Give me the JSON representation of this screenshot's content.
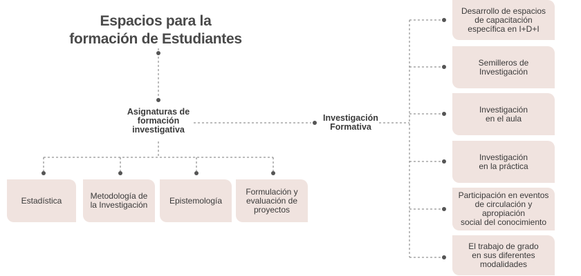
{
  "title": "Espacios para la\nformación de Estudiantes",
  "center_node": "Asignaturas de\nformación\ninvestigativa",
  "right_node": "Investigación\nFormativa",
  "bottom_boxes": [
    "Estadística",
    "Metodología de\nla Investigación",
    "Epistemología",
    "Formulación y\nevaluación de\nproyectos"
  ],
  "right_boxes": [
    "Desarrollo de espacios\nde capacitación\nespecífica en I+D+I",
    "Semilleros de\nInvestigación",
    "Investigación\nen el aula",
    "Investigación\nen la práctica",
    "Participación en eventos\nde circulación  y apropiación\nsocial del conocimiento",
    "El trabajo de grado\nen sus diferentes\nmodalidades"
  ],
  "colors": {
    "box_fill": "#f0e3df",
    "line": "#7a7a7a",
    "dot": "#555555"
  }
}
